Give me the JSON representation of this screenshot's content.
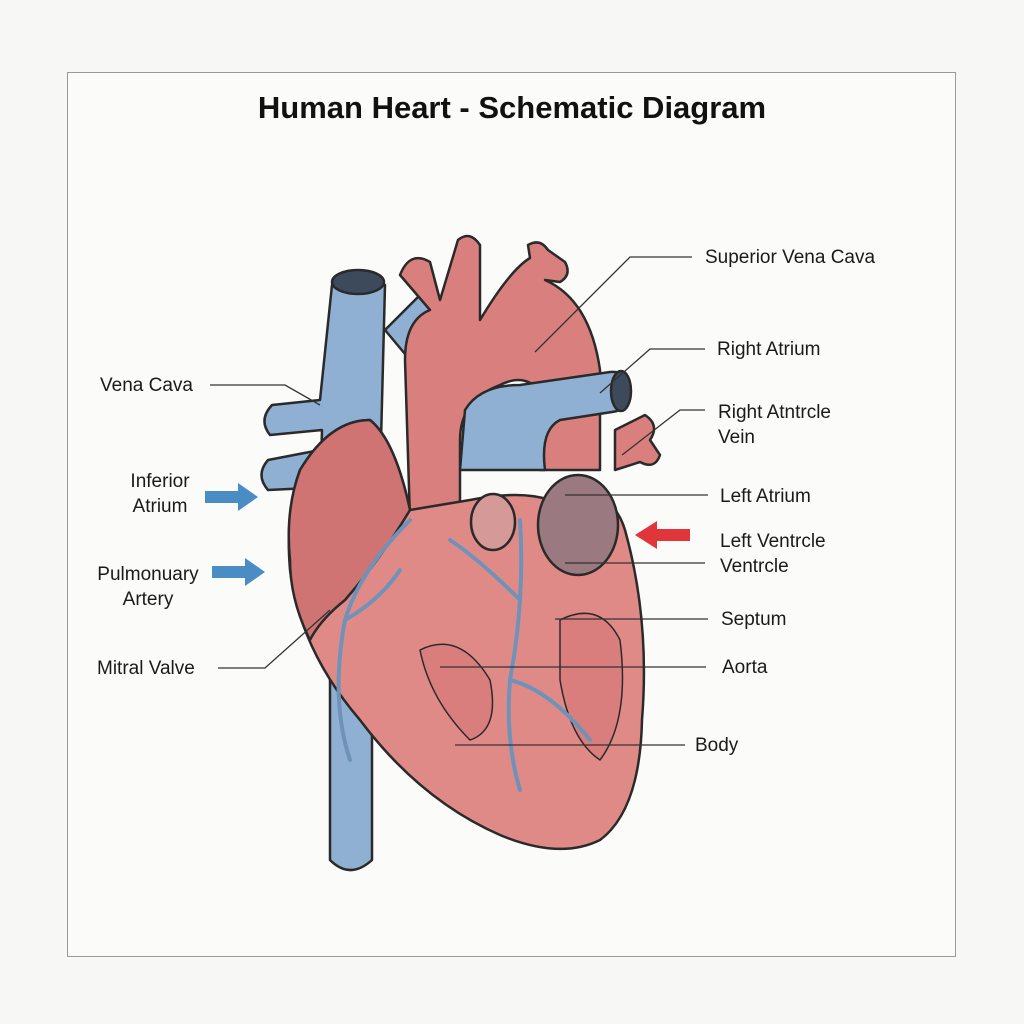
{
  "title": "Human Heart - Schematic Diagram",
  "labels": {
    "superior_vena_cava": "Superior Vena Cava",
    "right_atrium": "Right Atrium",
    "right_atntrcle_vein_1": "Right Atntrcle",
    "right_atntrcle_vein_2": "Vein",
    "left_atrium": "Left Atrium",
    "left_ventrcle_1": "Left Ventrcle",
    "left_ventrcle_2": "Ventrcle",
    "septum": "Septum",
    "aorta": "Aorta",
    "body": "Body",
    "vena_cava": "Vena Cava",
    "inferior_atrium_1": "Inferior",
    "inferior_atrium_2": "Atrium",
    "pulmonuary_artery_1": "Pulmonuary",
    "pulmonuary_artery_2": "Artery",
    "mitral_valve": "Mitral Valve"
  },
  "colors": {
    "red": "#d9787a",
    "blue": "#86a9cc",
    "arrow_blue": "#4a8cc4",
    "arrow_red": "#e0353a"
  }
}
